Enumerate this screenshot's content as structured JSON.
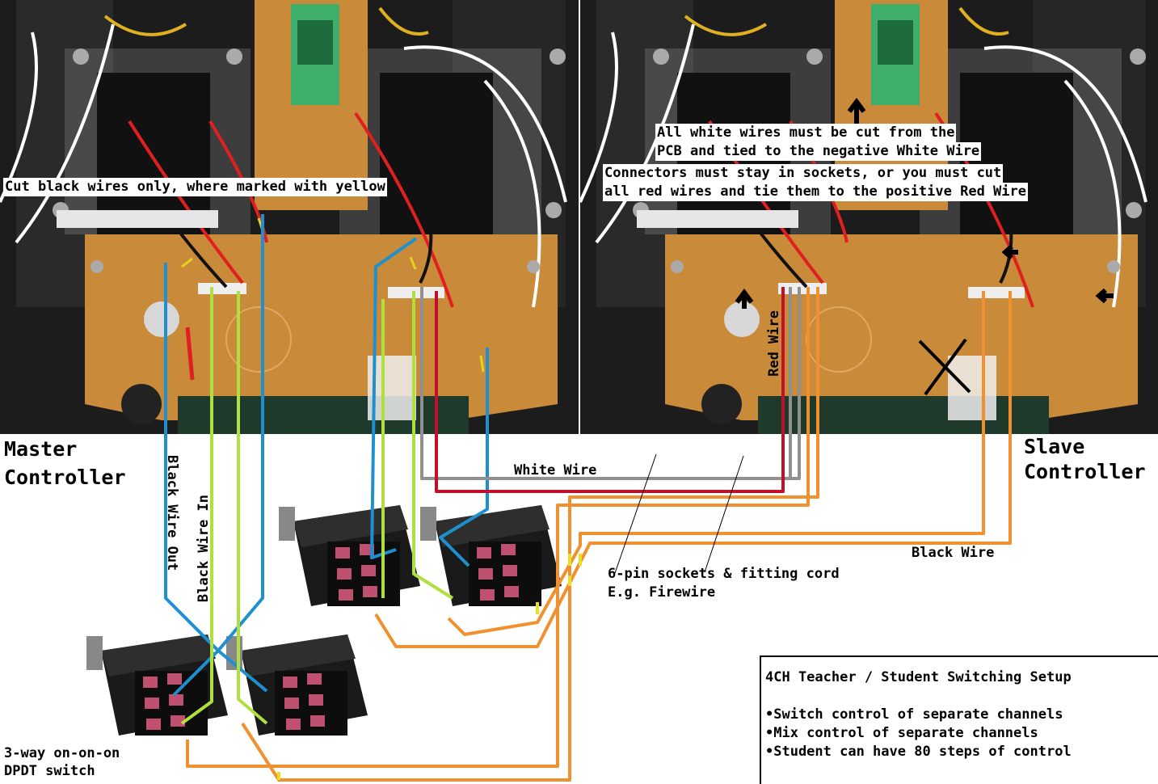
{
  "labels": {
    "cut_black": "Cut black wires only, where marked with yellow",
    "white_cut_line1": "All white wires must be cut from the",
    "white_cut_line2": "PCB and tied to the negative White Wire",
    "connectors_line1": "Connectors must stay in sockets, or you must cut",
    "connectors_line2": "all red wires and tie them to the positive Red Wire",
    "master_line1": "Master",
    "master_line2": "Controller",
    "slave_line1": "Slave",
    "slave_line2": "Controller",
    "black_wire_out": "Black Wire Out",
    "black_wire_in": "Black Wire In",
    "white_wire": "White Wire",
    "red_wire": "Red Wire",
    "black_wire": "Black Wire",
    "sockets_line1": "6-pin sockets & fitting cord",
    "sockets_line2": "E.g. Firewire",
    "switch_line1": "3-way on-on-on",
    "switch_line2": "DPDT switch"
  },
  "info_box": {
    "title": "4CH Teacher / Student Switching Setup",
    "bullets": [
      "•Switch control of separate channels",
      "•Mix control of separate channels",
      "•Student can have 80 steps of control"
    ]
  },
  "colors": {
    "blue_wire": "#1e90d0",
    "green_wire": "#b0e040",
    "orange_wire": "#f0902e",
    "red_wire": "#c0102a",
    "grey_wire": "#909090",
    "pcb": "#c98a3a",
    "photo_bg": "#1c1c1c"
  }
}
